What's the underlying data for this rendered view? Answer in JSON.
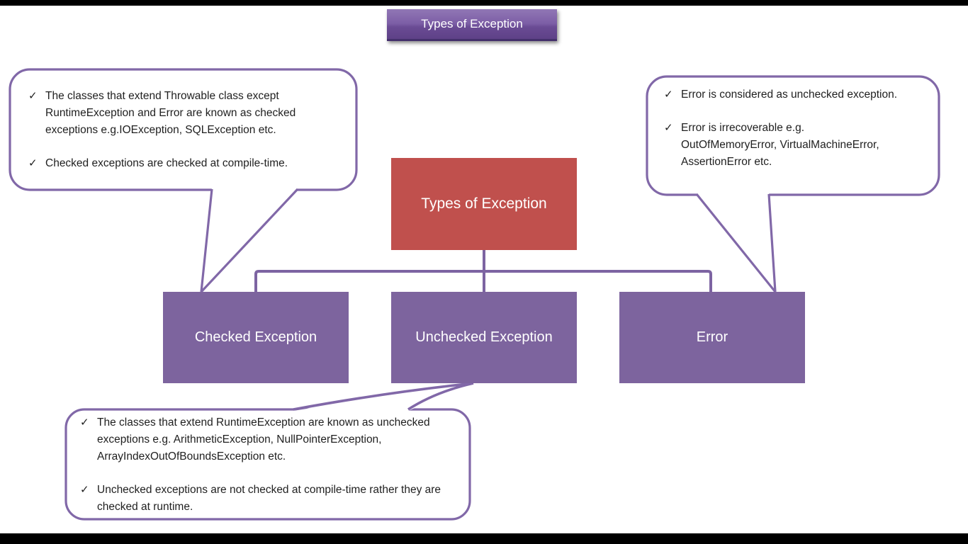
{
  "title_banner": {
    "label": "Types of Exception"
  },
  "root_box": {
    "label": "Types of Exception"
  },
  "child_boxes": {
    "checked": {
      "label": "Checked Exception"
    },
    "unchecked": {
      "label": "Unchecked Exception"
    },
    "error": {
      "label": "Error"
    }
  },
  "callouts": {
    "checked": {
      "items": [
        "The classes that extend Throwable class except RuntimeException and Error are known as checked exceptions e.g.IOException, SQLException etc.",
        "Checked exceptions are checked at compile-time."
      ]
    },
    "error": {
      "items": [
        "Error is considered as unchecked exception.",
        "Error is irrecoverable e.g. OutOfMemoryError, VirtualMachineError, AssertionError etc."
      ]
    },
    "unchecked": {
      "items": [
        "The classes that extend RuntimeException are known as unchecked exceptions e.g. ArithmeticException, NullPointerException, ArrayIndexOutOfBoundsException etc.",
        "Unchecked exceptions are not checked at compile-time rather they are checked at runtime."
      ]
    }
  },
  "ui": {
    "check_glyph": "✓"
  },
  "colors": {
    "root_box_fill": "#c0504d",
    "child_box_fill": "#7d649e",
    "connector_stroke": "#7d64a2",
    "callout_border": "#8168a8",
    "banner_top": "#9177b5",
    "banner_bottom": "#5e4187",
    "letterbox": "#000000",
    "text_dark": "#1f1f1f",
    "text_light": "#ffffff"
  }
}
